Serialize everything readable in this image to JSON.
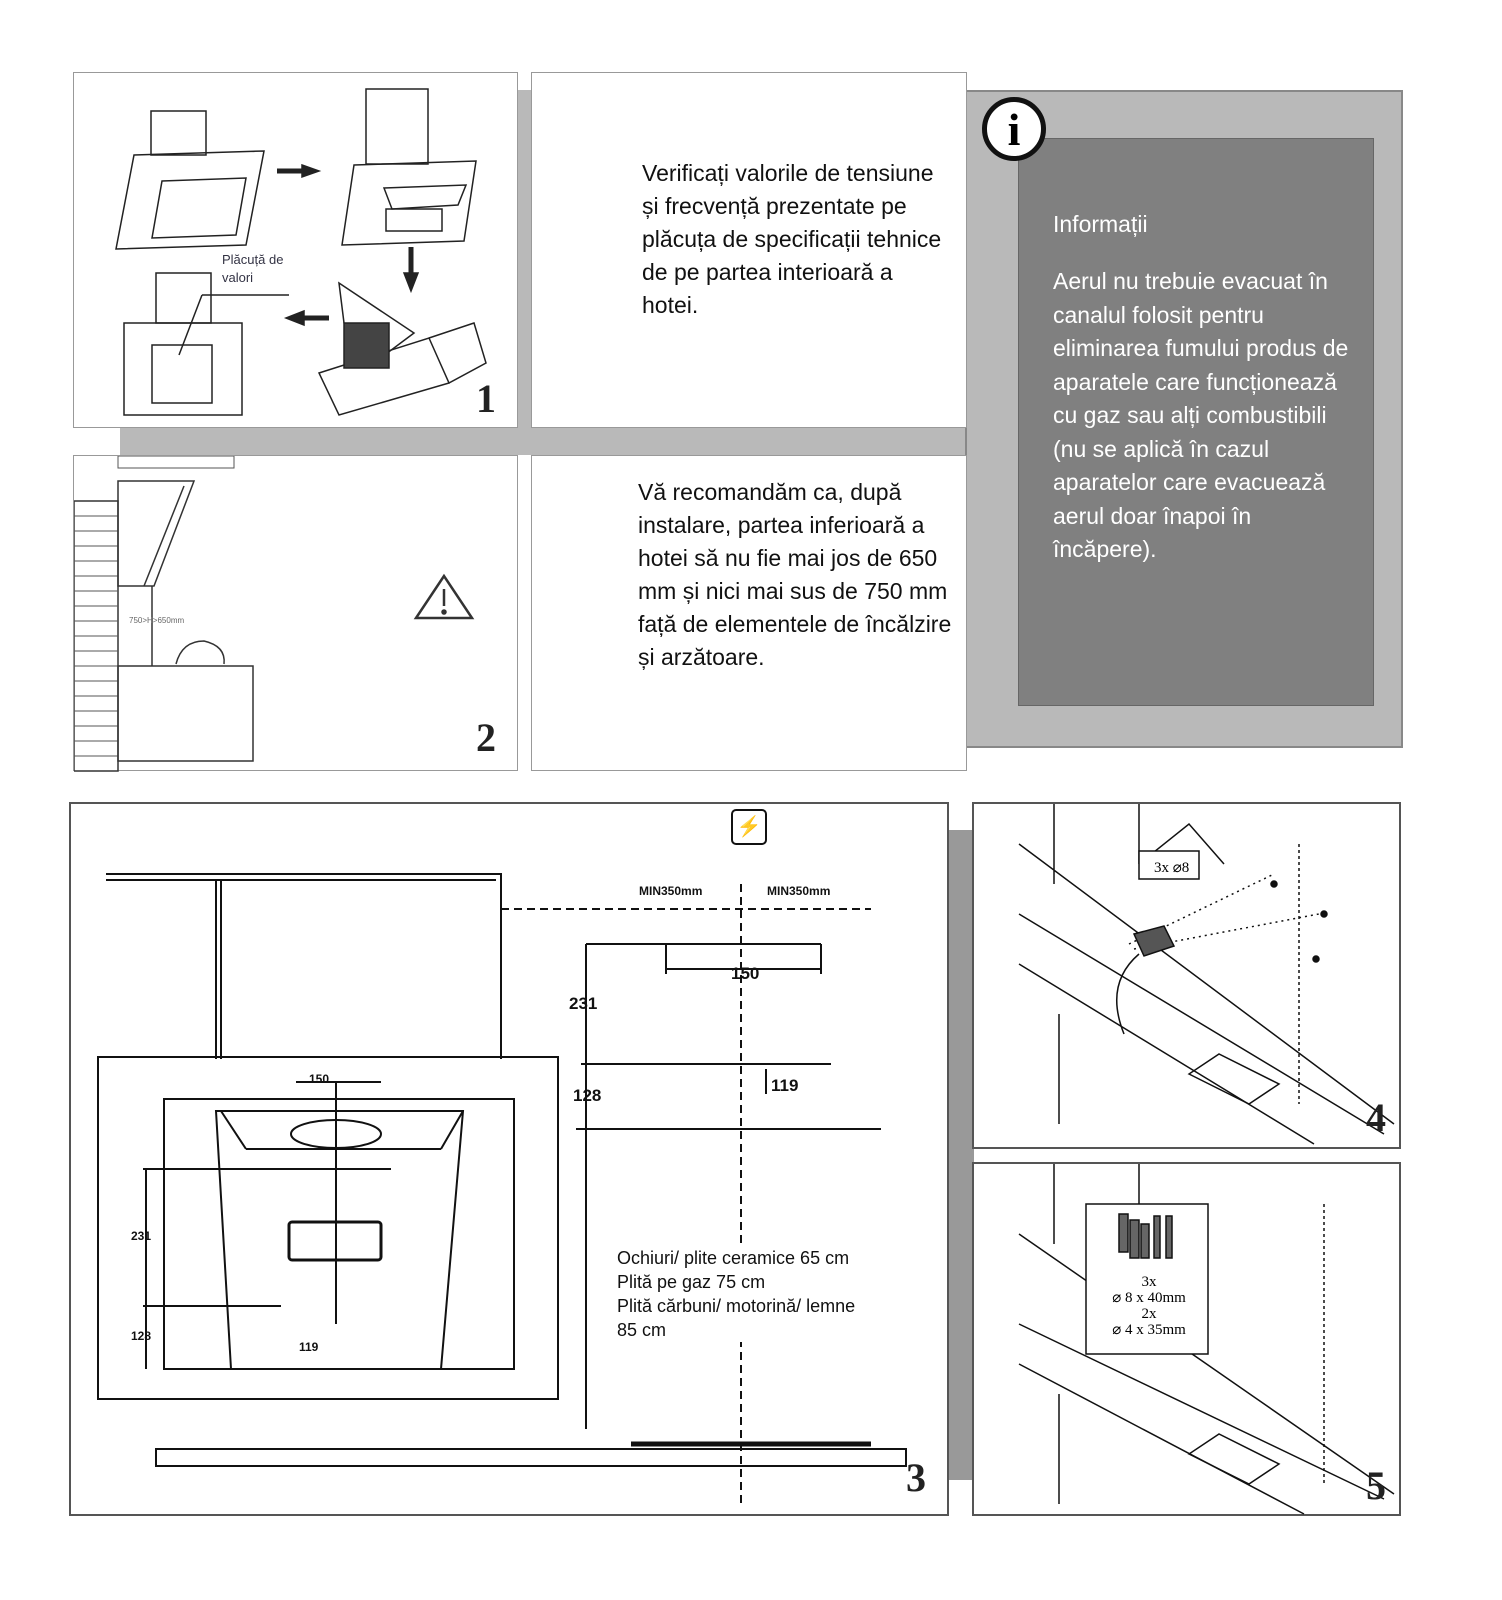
{
  "panel1": {
    "label": "Plăcuță de valori",
    "step": "1"
  },
  "panel1_text": "Verificați valorile de tensiune și frecvență prezentate pe plăcuța de specificații tehnice de pe partea interioară a hotei.",
  "panel2": {
    "label": "750>H>650mm",
    "step": "2",
    "icon": "warning-icon"
  },
  "panel2_text": "Vă recomandăm ca, după instalare, partea inferioară a hotei să nu fie mai jos de 650 mm și nici mai sus de 750 mm față de elementele de încălzire și arzătoare.",
  "info": {
    "icon": "info-icon",
    "symbol": "i",
    "title": "Informații",
    "body": "Aerul nu trebuie evacuat în canalul folosit pentru eliminarea fumului produs de aparatele care funcționează cu gaz sau alți combustibili (nu se aplică în cazul aparatelor care evacuează aerul doar înapoi în încăpere)."
  },
  "panel3": {
    "step": "3",
    "icon": "electrical-icon",
    "min_left": "MIN350mm",
    "min_right": "MIN350mm",
    "dim_150": "150",
    "dim_231": "231",
    "dim_128": "128",
    "dim_119": "119",
    "notes": [
      "Ochiuri/ plite ceramice 65 cm",
      "Plită pe gaz 75 cm",
      "Plită cărbuni/ motorină/ lemne",
      "85 cm"
    ]
  },
  "panel4": {
    "step": "4",
    "drill_label": "3x ⌀8"
  },
  "panel5": {
    "step": "5",
    "qty1": "3x",
    "size1": "⌀ 8 x 40mm",
    "qty2": "2x",
    "size2": "⌀ 4 x 35mm"
  }
}
